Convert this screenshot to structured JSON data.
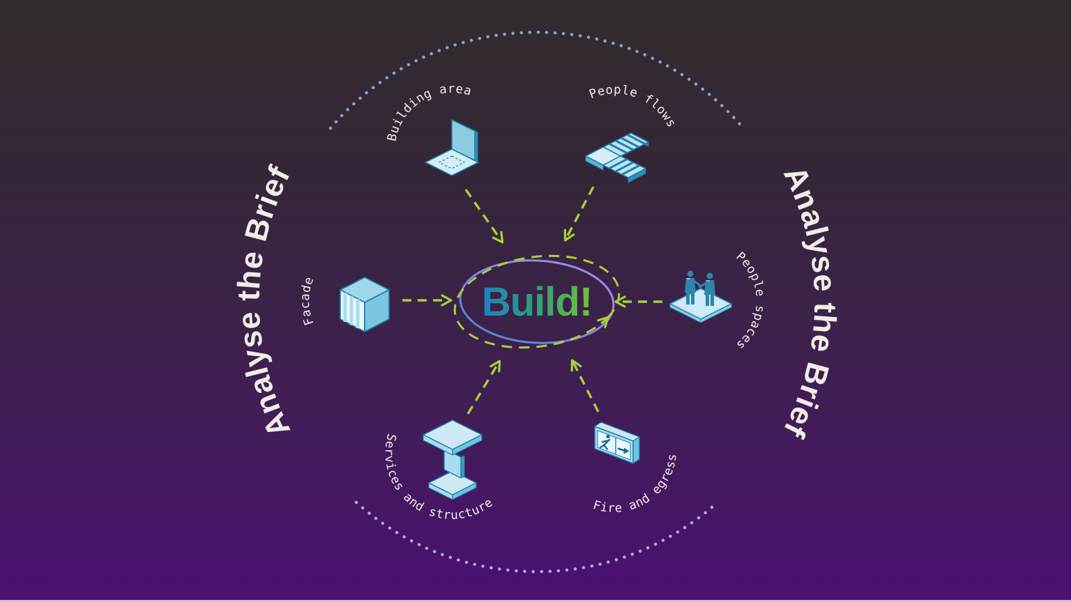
{
  "titles": {
    "left": "Analyse the Brief",
    "right": "Analyse the Brief"
  },
  "center": {
    "label": "Build!",
    "text_gradient": [
      "#1b80c1",
      "#2f9e7a",
      "#70c335"
    ],
    "ring_gradient": [
      "#3f8ccb",
      "#8a82e0",
      "#a98ae9"
    ],
    "dashed_ring_color": "#a6d138"
  },
  "nodes": [
    {
      "id": "building-area",
      "label": "Building area",
      "icon": "building-floor-wall-icon"
    },
    {
      "id": "people-flows",
      "label": "People flows",
      "icon": "stairs-icon"
    },
    {
      "id": "facade",
      "label": "Facade",
      "icon": "facade-cube-icon"
    },
    {
      "id": "people-spaces",
      "label": "People spaces",
      "icon": "people-on-platform-icon"
    },
    {
      "id": "services-and-structure",
      "label": "Services and structure",
      "icon": "i-beam-icon"
    },
    {
      "id": "fire-and-egress",
      "label": "Fire and egress",
      "icon": "exit-sign-icon"
    }
  ],
  "colors": {
    "arrow": "#a6d138",
    "title_text": "#f1ede6",
    "label_text": "#f1ede6",
    "dot_arc_top": "#8ba3d6",
    "dot_arc_bottom": "#b2a6dc",
    "icon_lightest": "#d5edf7",
    "icon_light": "#a9dcee",
    "icon_mid": "#7cc6e0",
    "icon_dark": "#3d9cc4",
    "icon_stroke": "#1e7fa8"
  }
}
